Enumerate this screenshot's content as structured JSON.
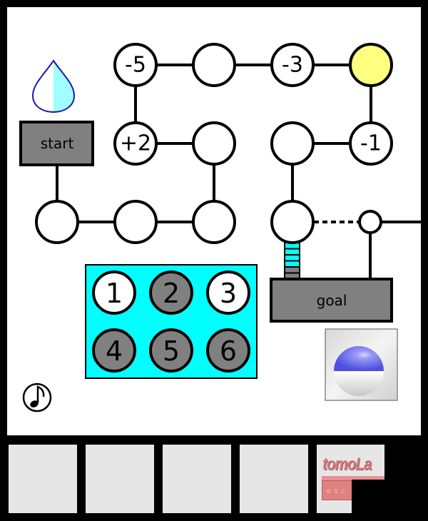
{
  "board": {
    "start_label": "start",
    "goal_label": "goal",
    "nodes": [
      {
        "id": "r1c1",
        "label": "-5",
        "state": "empty"
      },
      {
        "id": "r1c2",
        "label": "",
        "state": "empty"
      },
      {
        "id": "r1c3",
        "label": "-3",
        "state": "empty"
      },
      {
        "id": "r1c4",
        "label": "",
        "state": "current"
      },
      {
        "id": "r2c1",
        "label": "+2",
        "state": "empty"
      },
      {
        "id": "r2c2",
        "label": "",
        "state": "empty"
      },
      {
        "id": "r2c3",
        "label": "",
        "state": "empty"
      },
      {
        "id": "r2c4",
        "label": "-1",
        "state": "empty"
      },
      {
        "id": "r3c0",
        "label": "",
        "state": "empty"
      },
      {
        "id": "r3c1",
        "label": "",
        "state": "empty"
      },
      {
        "id": "r3c2",
        "label": "",
        "state": "empty"
      },
      {
        "id": "r3c3",
        "label": "",
        "state": "empty"
      }
    ],
    "gauge": {
      "filled_segments": 4,
      "total_segments": 6
    }
  },
  "water_drop": {
    "fill_fraction": 0.5,
    "icon": "water-drop-icon"
  },
  "dial_pad": {
    "buttons": [
      {
        "label": "1",
        "state": "off"
      },
      {
        "label": "2",
        "state": "on"
      },
      {
        "label": "3",
        "state": "off"
      },
      {
        "label": "4",
        "state": "on"
      },
      {
        "label": "5",
        "state": "on"
      },
      {
        "label": "6",
        "state": "on"
      }
    ]
  },
  "item_preview": {
    "icon": "blue-ball-icon"
  },
  "sound": {
    "icon": "music-note-icon"
  },
  "inventory": {
    "slots": [
      "",
      "",
      "",
      ""
    ],
    "logo": {
      "title": "tomoLa",
      "subtitle": "ｅｓｃ"
    }
  },
  "colors": {
    "panel": "#ffffff",
    "frame": "#000000",
    "box_gray": "#808080",
    "current_node": "#ffff80",
    "dial_bg": "#00ffff",
    "gauge_fill": "#00ffff",
    "slot_bg": "#e6e6e6"
  }
}
